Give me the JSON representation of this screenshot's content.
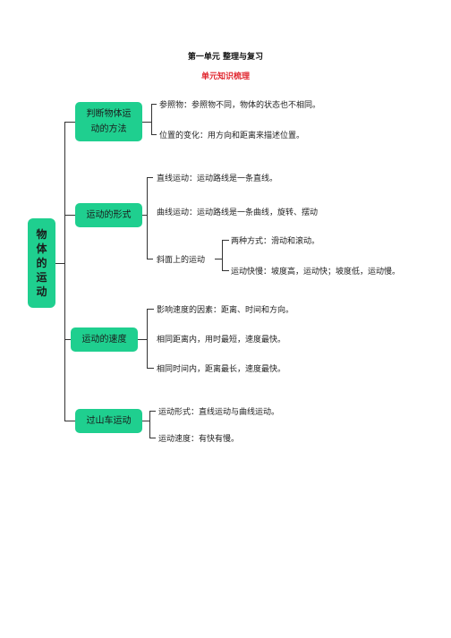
{
  "header": {
    "title": "第一单元  整理与复习",
    "subtitle": "单元知识梳理"
  },
  "mindmap": {
    "root": "物体的运动",
    "branches": [
      {
        "label": "判断物体运动的方法",
        "leaves": [
          "参照物：参照物不同，物体的状态也不相同。",
          "位置的变化：用方向和距离来描述位置。"
        ]
      },
      {
        "label": "运动的形式",
        "leaves": [
          "直线运动：运动路线是一条直线。",
          "曲线运动：运动路线是一条曲线，旋转、摆动",
          "斜面上的运动"
        ],
        "sub_leaves": [
          "两种方式：滑动和滚动。",
          "运动快慢：坡度高，运动快；坡度低，运动慢。"
        ]
      },
      {
        "label": "运动的速度",
        "leaves": [
          "影响速度的因素：距离、时间和方向。",
          "相同距离内，用时最短，速度最快。",
          "相同时间内，距离最长，速度最快。"
        ]
      },
      {
        "label": "过山车运动",
        "leaves": [
          "运动形式：直线运动与曲线运动。",
          "运动速度：有快有慢。"
        ]
      }
    ]
  }
}
